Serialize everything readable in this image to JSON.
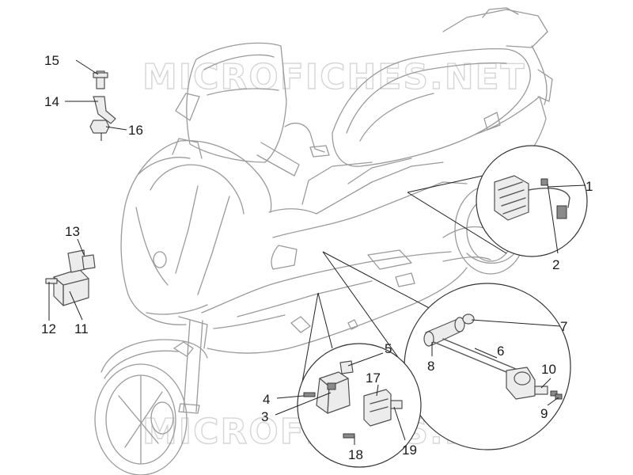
{
  "watermark": "MICROFICHES.NET",
  "callouts": [
    {
      "id": "1",
      "label": "1"
    },
    {
      "id": "2",
      "label": "2"
    },
    {
      "id": "3",
      "label": "3"
    },
    {
      "id": "4",
      "label": "4"
    },
    {
      "id": "5",
      "label": "5"
    },
    {
      "id": "6",
      "label": "6"
    },
    {
      "id": "7",
      "label": "7"
    },
    {
      "id": "8",
      "label": "8"
    },
    {
      "id": "9",
      "label": "9"
    },
    {
      "id": "10",
      "label": "10"
    },
    {
      "id": "11",
      "label": "11"
    },
    {
      "id": "12",
      "label": "12"
    },
    {
      "id": "13",
      "label": "13"
    },
    {
      "id": "14",
      "label": "14"
    },
    {
      "id": "15",
      "label": "15"
    },
    {
      "id": "16",
      "label": "16"
    },
    {
      "id": "17",
      "label": "17"
    },
    {
      "id": "18",
      "label": "18"
    },
    {
      "id": "19",
      "label": "19"
    }
  ]
}
